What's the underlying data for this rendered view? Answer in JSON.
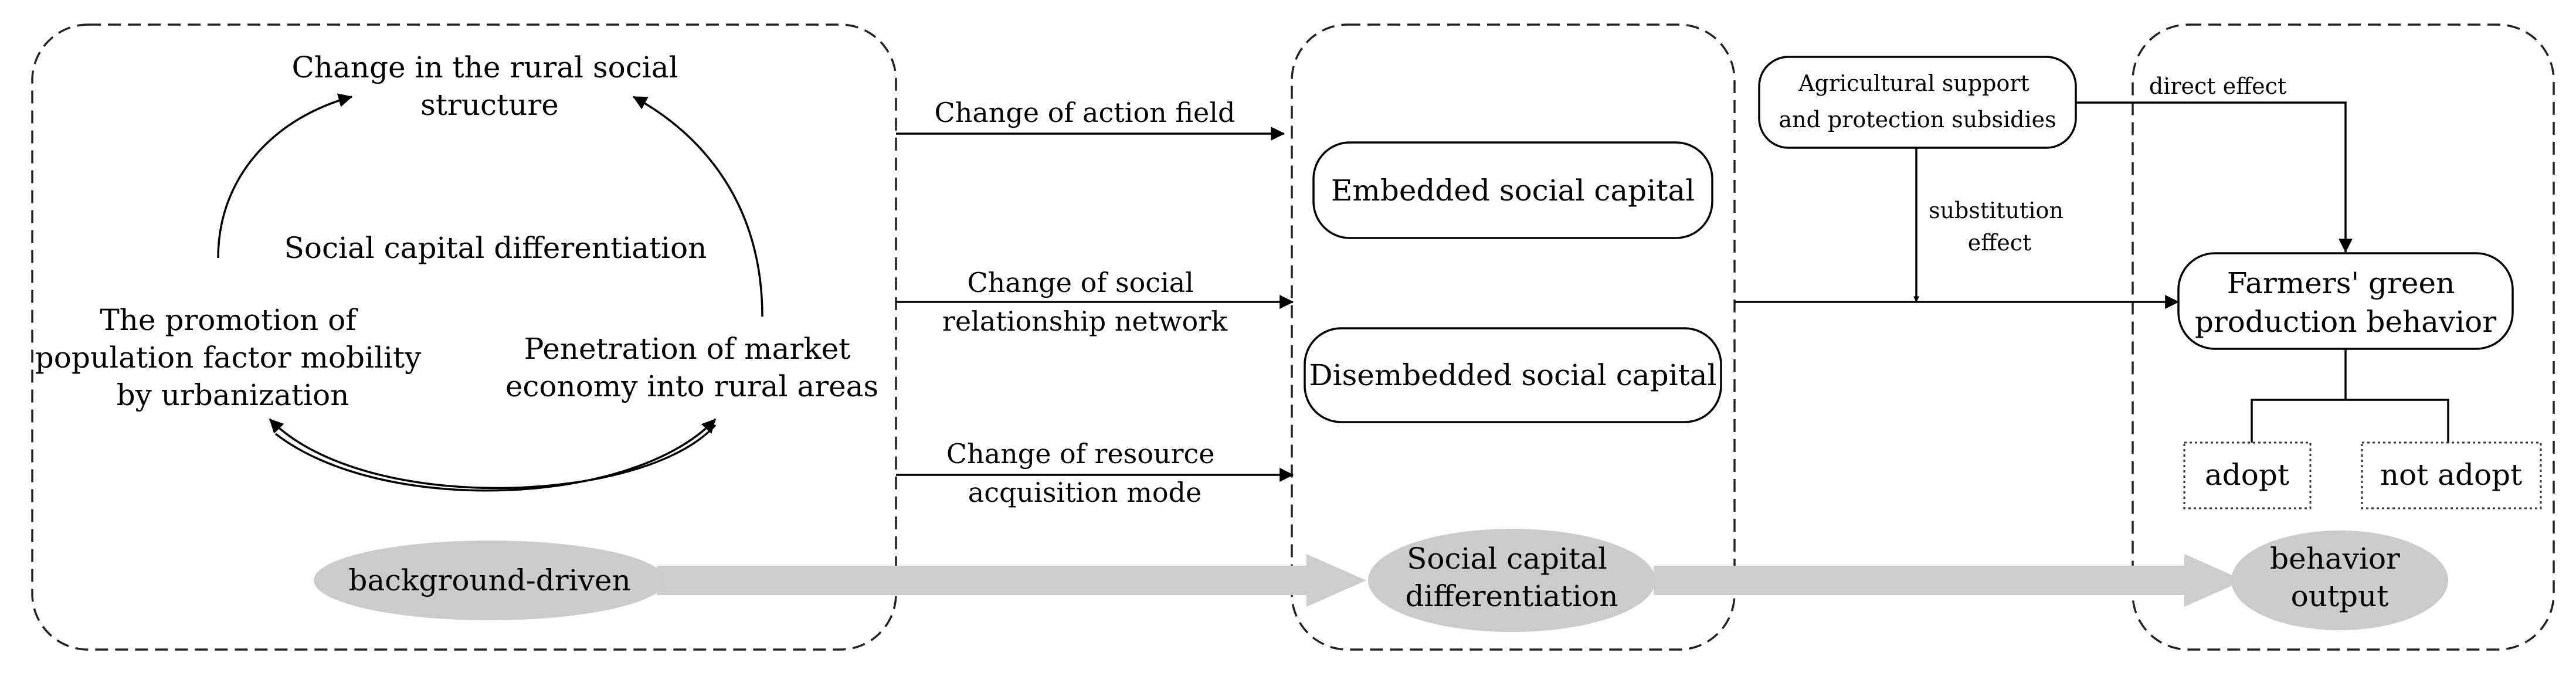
{
  "panel_background": {
    "center_label": "Social capital differentiation",
    "top": [
      "Change in the rural social",
      "structure"
    ],
    "left": [
      "The promotion of",
      "population factor mobility",
      "by urbanization"
    ],
    "right": [
      "Penetration of market",
      "economy into rural areas"
    ]
  },
  "panel_differentiation": {
    "embedded": "Embedded social capital",
    "disembedded": "Disembedded social capital"
  },
  "mechanisms": [
    {
      "lines": [
        "Change of action field"
      ]
    },
    {
      "lines": [
        "Change of social",
        "relationship network"
      ]
    },
    {
      "lines": [
        "Change of resource",
        "acquisition mode"
      ]
    }
  ],
  "subsidy": {
    "box": [
      "Agricultural support",
      "and protection subsidies"
    ],
    "substitution": [
      "substitution",
      "effect"
    ],
    "direct": "direct effect"
  },
  "panel_output": {
    "behavior": [
      "Farmers' green",
      "production behavior"
    ],
    "adopt": "adopt",
    "not_adopt": "not adopt"
  },
  "stages": {
    "background": "background-driven",
    "differentiation": [
      "Social capital",
      "differentiation"
    ],
    "output": [
      "behavior",
      "output"
    ]
  }
}
